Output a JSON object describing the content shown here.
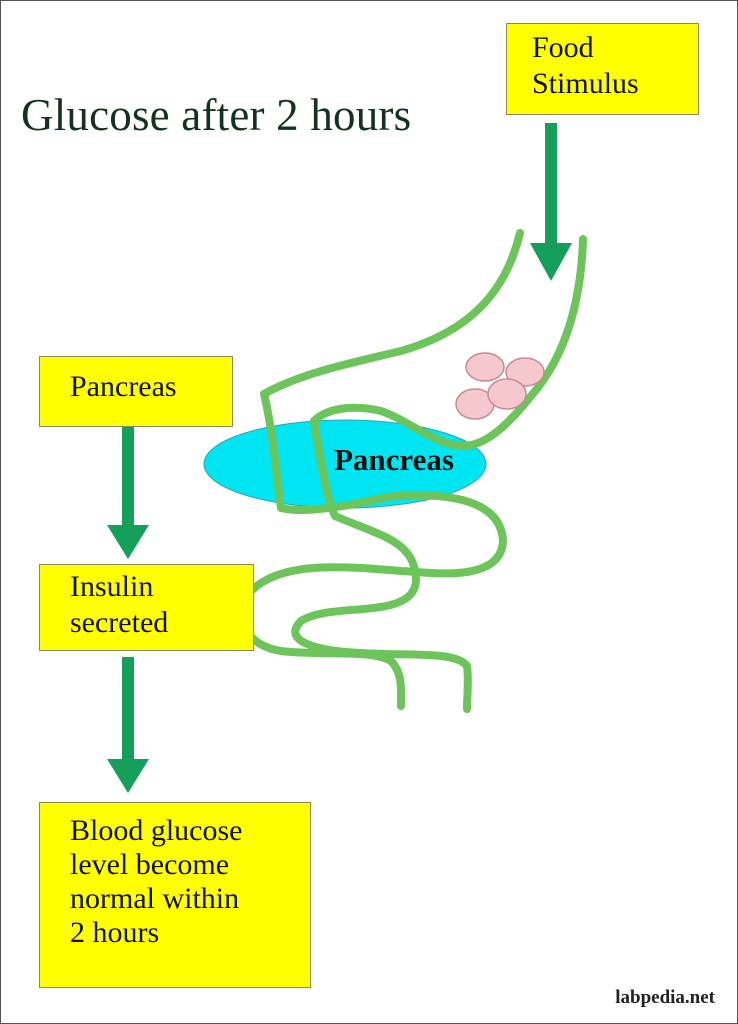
{
  "title": "Glucose after 2 hours",
  "boxes": {
    "food": [
      "Food",
      "Stimulus"
    ],
    "pancreas": [
      "Pancreas"
    ],
    "insulin": [
      "Insulin",
      "secreted"
    ],
    "blood": [
      "Blood glucose",
      "level become",
      "normal within",
      "2 hours"
    ]
  },
  "organ_label": "Pancreas",
  "footer": "labpedia.net",
  "colors": {
    "box_fill": "#ffff00",
    "arrow": "#14a05a",
    "gut_outline": "#6cc45a",
    "pancreas_fill": "#00e5f2",
    "food_particles": "#f4c8cc",
    "title_text": "#14331c"
  }
}
